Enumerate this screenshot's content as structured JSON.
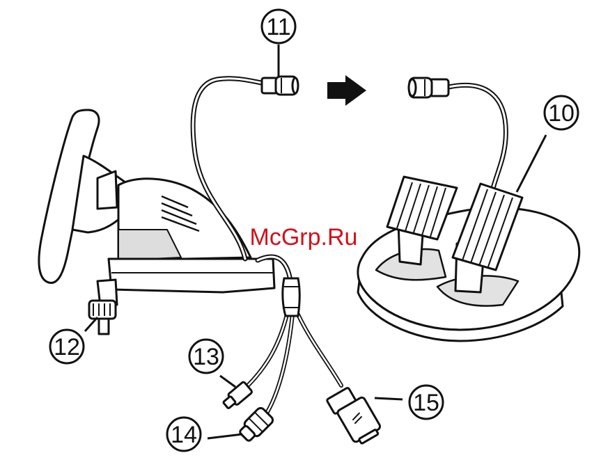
{
  "diagram": {
    "callouts": [
      {
        "id": "10",
        "label": "10",
        "part": "pedal-set"
      },
      {
        "id": "11",
        "label": "11",
        "part": "pedal-connector"
      },
      {
        "id": "12",
        "label": "12",
        "part": "clamp-screw"
      },
      {
        "id": "13",
        "label": "13",
        "part": "connector-small"
      },
      {
        "id": "14",
        "label": "14",
        "part": "connector-round"
      },
      {
        "id": "15",
        "label": "15",
        "part": "connector-flat"
      }
    ]
  },
  "watermark": {
    "text": "McGrp.Ru",
    "color": "#d0111b"
  },
  "colors": {
    "line": "#111111",
    "fill": "#ffffff",
    "shade": "#cfcfcf"
  }
}
